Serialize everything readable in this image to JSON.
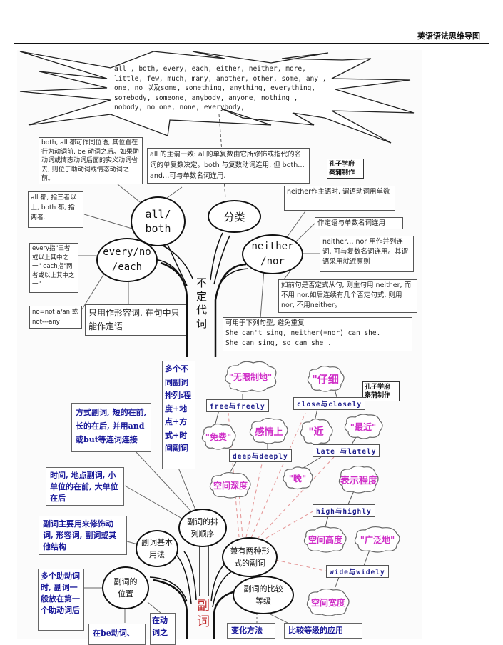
{
  "header": {
    "title": "英语语法思维导图"
  },
  "pronoun_section": {
    "burst_text": "all , both, every, each, either, neither, more, little, few, much, many, another, other, some, any , one, no 以及some, something, anything, everything, somebody, someone, anybody, anyone, nothing , nobody, no one, none, everybody,",
    "trunk_label": "不定代词",
    "ovals": {
      "all_both": "all/ both",
      "category": "分类",
      "every_no_each": "every/no /each",
      "neither_nor": "neither /nor"
    },
    "notes": {
      "both_all_appositive": "both, all 都可作同位语, 其位置在行为动词前, be 动词之后。如果助动词或情态动词后面的实义动词省 去, 则位于助动词或情态动词之前。",
      "all_agreement": "all 的主谓一致: all的单复数由它所修饰或指代的名词的单复数决定。both 与复数动词连用, 但 both… and…可与单数名词连用.",
      "all_both_meaning": "all 都, 指三者以上, both 都, 指两者.",
      "every_each_meaning": "every指\"三者或以上其中之一\" each指\"两者或以上其中之一\"",
      "no_equals": "no=not a/an 或not---any",
      "attributive_only": "只用作形容词, 在句中只能作定语",
      "neither_subject": "neither作主语时, 谓语动词用单数",
      "neither_attributive": "作定语与单数名词连用",
      "neither_nor_conj": "neither… nor 用作并列连词, 可与复数名词连用。其谓语采用就近原则",
      "neither_negative_clause": "如前句是否定式从句, 则主句用 neither, 而不用 nor.如后连续有几个否定句式, 则用nor, 不用neither。",
      "sentence_pattern_title": "可用于下列句型, 避免重复",
      "sentence_pattern_ex1": "She can't sing, neither(=nor) can she.",
      "sentence_pattern_ex2": "She can sing, so can she ."
    },
    "stamp": "孔子学府 秦蒲制作"
  },
  "adverb_section": {
    "trunk_label": "副词",
    "ovals": {
      "order": "副词的排列顺序",
      "basic_usage": "副词基本用法",
      "dual_form": "兼有两种形式的副词",
      "position": "副词的位置",
      "comparison": "副词的比较等级"
    },
    "notes": {
      "multiple_order": "多个不同副词排列:程度+地点+方式+时间副词",
      "manner_adverbs": "方式副词, 短的在前, 长的在后, 并用and或but等连词连接",
      "time_place": "时间, 地点副词, 小单位的在前, 大单位在后",
      "main_use": "副词主要用来修饰动词, 形容词, 副词或其他结构",
      "multiple_aux": "多个助动词时, 副词一般放在第一个助动词后",
      "after_be": "在be动词、",
      "before_verb": "在动词之",
      "change_method": "变化方法",
      "comparison_use": "比较等级的应用"
    },
    "word_pairs": [
      {
        "label": "free与freely",
        "meanings": [
          "\"无限制地\"",
          "\"免费\""
        ]
      },
      {
        "label": "close与closely",
        "meanings": [
          "\"仔细",
          "\"近"
        ]
      },
      {
        "label": "deep与deeply",
        "meanings": [
          "感情上",
          "空间深度"
        ]
      },
      {
        "label": "late 与lately",
        "meanings": [
          "\"最近\"",
          "\"晚\""
        ]
      },
      {
        "label": "high与highly",
        "meanings": [
          "表示程度",
          "空间高度"
        ]
      },
      {
        "label": "wide与widely",
        "meanings": [
          "\"广泛地\"",
          "空间宽度"
        ]
      }
    ],
    "stamp": "孔子学府 秦蒲制作"
  },
  "colors": {
    "cloud_text": "#d02fc8",
    "note_text_blue": "#1a1a9a",
    "trunk_label_red": "#c0282a",
    "dashed_link": "#e59a9a",
    "outline": "#111111"
  }
}
